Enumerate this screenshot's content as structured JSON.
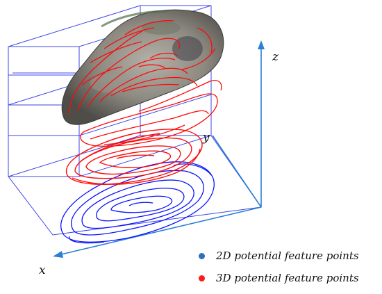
{
  "axes": {
    "x": "x",
    "y": "y",
    "z": "z"
  },
  "legend": [
    {
      "label": "2D potential feature points",
      "color": "#2f6fc0"
    },
    {
      "label": "3D potential feature points",
      "color": "#ff1a1a"
    }
  ],
  "colors": {
    "frame": "#3b46e6",
    "axis": "#2a7fd6",
    "blue_contours": "#0b14ff",
    "red_contours": "#ff0a0a",
    "shell": "#8a8a82"
  }
}
